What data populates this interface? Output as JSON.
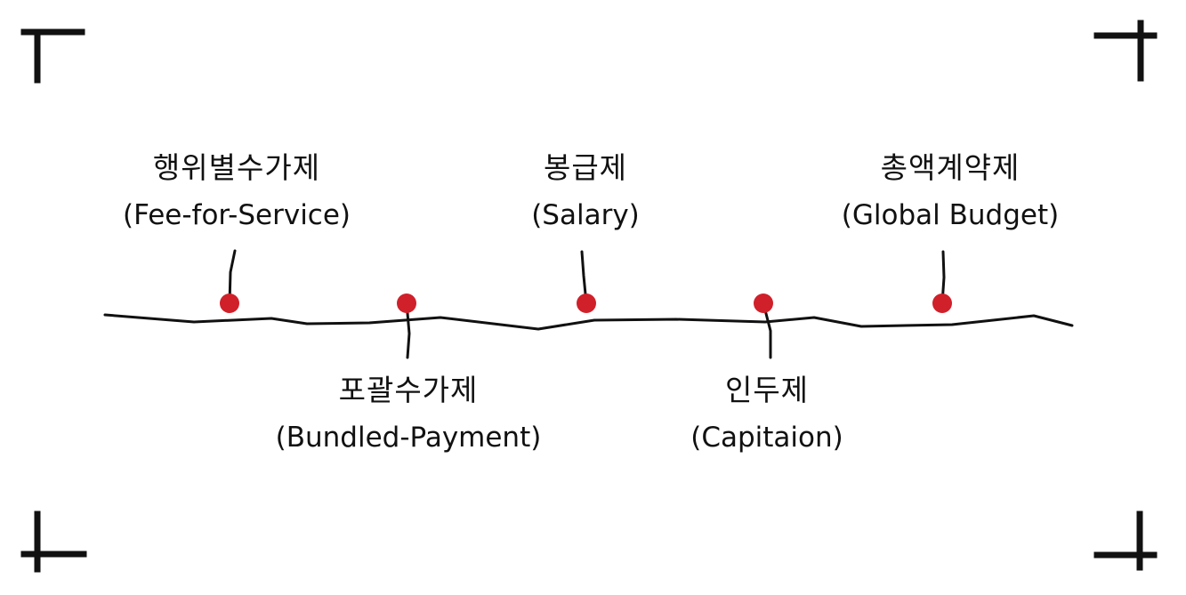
{
  "colors": {
    "line": "#111111",
    "marker": "#d0202a",
    "background": "#ffffff"
  },
  "items": [
    {
      "ko": "행위별수가제",
      "en": "(Fee-for-Service)",
      "side": "top"
    },
    {
      "ko": "포괄수가제",
      "en": "(Bundled-Payment)",
      "side": "bottom"
    },
    {
      "ko": "봉급제",
      "en": "(Salary)",
      "side": "top"
    },
    {
      "ko": "인두제",
      "en": "(Capitaion)",
      "side": "bottom"
    },
    {
      "ko": "총액계약제",
      "en": "(Global Budget)",
      "side": "top"
    }
  ]
}
